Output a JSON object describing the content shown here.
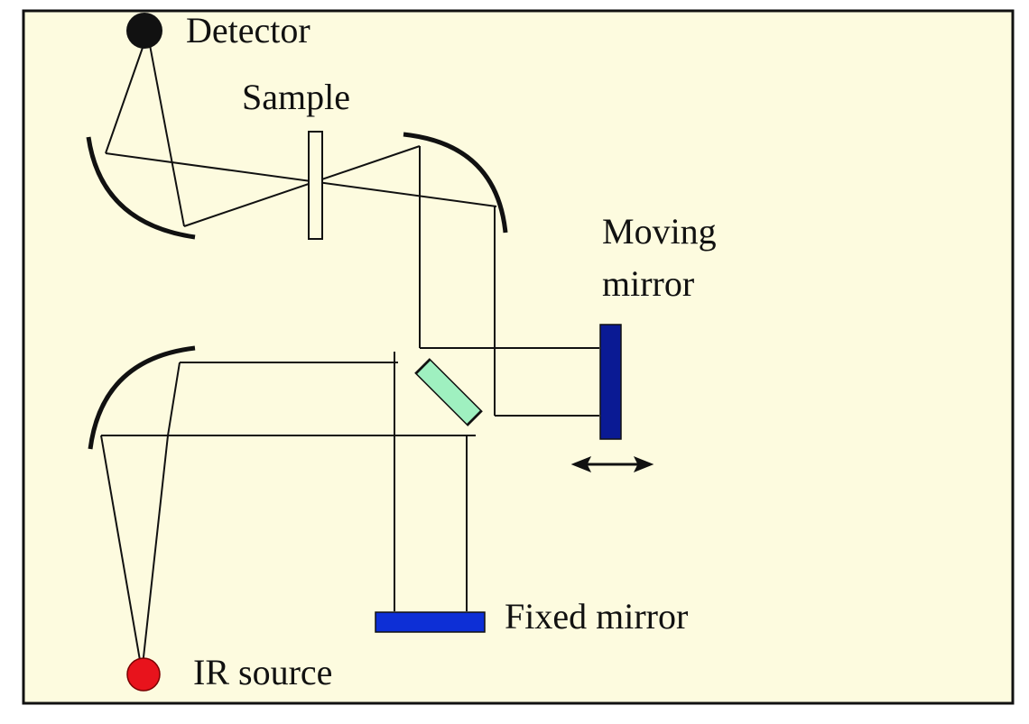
{
  "diagram": {
    "labels": {
      "detector": "Detector",
      "sample": "Sample",
      "moving_mirror_line1": "Moving",
      "moving_mirror_line2": "mirror",
      "fixed_mirror": "Fixed mirror",
      "ir_source": "IR source"
    },
    "colors": {
      "background": "#fdfbdf",
      "border": "#111111",
      "beam": "#111111",
      "detector": "#111111",
      "ir_source": "#e8131c",
      "moving_mirror": "#0a1a94",
      "fixed_mirror": "#0d2fd6",
      "beam_splitter": "#9ff0c0",
      "curved_mirror": "#111111"
    }
  }
}
